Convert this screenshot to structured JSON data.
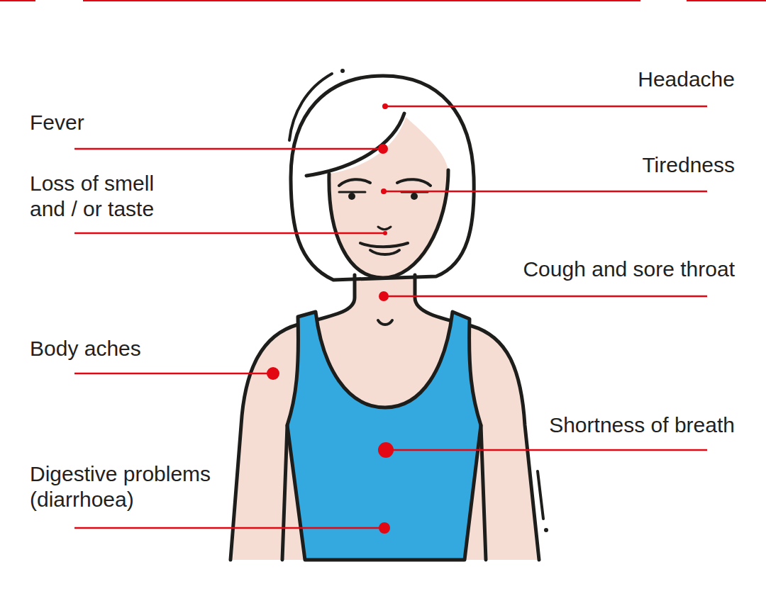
{
  "diagram": {
    "labels": [
      "Headache",
      "Fever",
      "Tiredness",
      "Loss of smell and / or taste",
      "Cough and sore throat",
      "Body aches",
      "Shortness of breath",
      "Digestive problems (diarrhoea)"
    ]
  }
}
